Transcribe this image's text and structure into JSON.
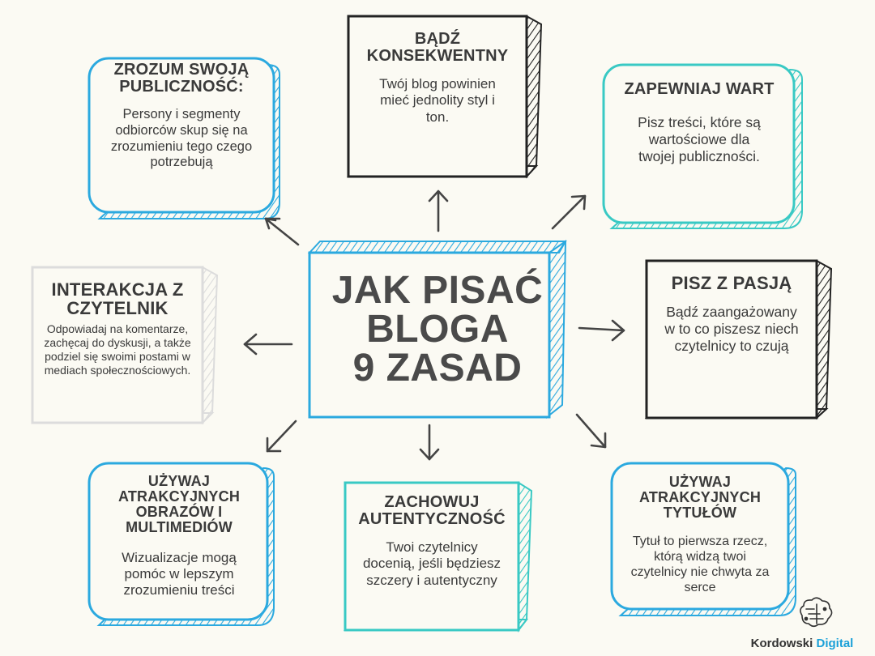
{
  "center": {
    "line1": "JAK PISAĆ",
    "line2": "BLOGA",
    "line3": "9 ZASAD"
  },
  "cards": [
    {
      "id": "zrozum",
      "title": "ZROZUM SWOJĄ PUBLICZNOŚĆ:",
      "body": "Persony i segmenty odbiorców skup się na zrozumieniu tego czego potrzebują",
      "color": "#2ba9df"
    },
    {
      "id": "badz",
      "title": "BĄDŹ KONSEKWENTNY",
      "body": "Twój blog powinien mieć jednolity styl i ton.",
      "color": "#222222"
    },
    {
      "id": "zapewniaj",
      "title": "ZAPEWNIAJ WART",
      "body": "Pisz treści, które są wartościowe dla twojej publiczności.",
      "color": "#39c9c4"
    },
    {
      "id": "interakcja",
      "title": "INTERAKCJA Z CZYTELNIK",
      "body": "Odpowiadaj na komentarze, zachęcaj do dyskusji, a także podziel się swoimi postami w mediach społecznościowych.",
      "color": "#dcdcdc"
    },
    {
      "id": "pisz",
      "title": "PISZ Z PASJĄ",
      "body": "Bądź zaangażowany w to co piszesz niech czytelnicy to czują",
      "color": "#222222"
    },
    {
      "id": "obrazy",
      "title": "UŻYWAJ ATRAKCYJNYCH OBRAZÓW I MULTIMEDIÓW",
      "body": "Wizualizacje mogą pomóc w lepszym zrozumieniu treści",
      "color": "#2ba9df"
    },
    {
      "id": "autentycznosc",
      "title": "ZACHOWUJ AUTENTYCZNOŚĆ",
      "body": "Twoi czytelnicy docenią, jeśli będziesz szczery i autentyczny",
      "color": "#39c9c4"
    },
    {
      "id": "tytuly",
      "title": "UŻYWAJ ATRAKCYJNYCH TYTUŁÓW",
      "body": "Tytuł to pierwsza rzecz, którą widzą twoi czytelnicy nie chwyta za serce",
      "color": "#2ba9df"
    }
  ],
  "brand": {
    "name": "Kordowski",
    "accent": "Digital"
  },
  "colors": {
    "background": "#fbfaf3",
    "text": "#3a3a3a",
    "center_border": "#2ba9df",
    "arrow": "#444444"
  },
  "icons": [
    "brain-circuit-icon"
  ]
}
